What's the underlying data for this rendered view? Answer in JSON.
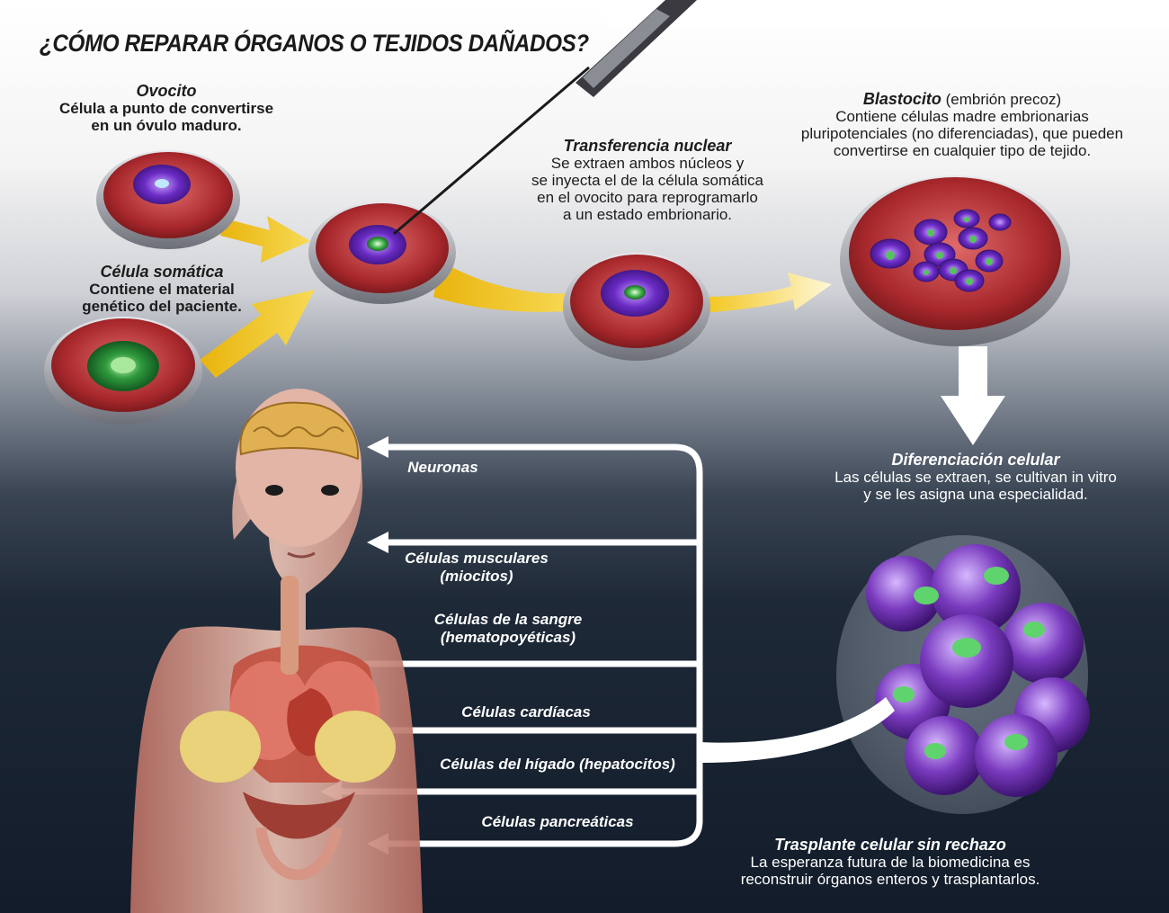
{
  "title": "¿CÓMO REPARAR ÓRGANOS O TEJIDOS DAÑADOS?",
  "ovocito": {
    "title": "Ovocito",
    "line1": "Célula a punto de convertirse",
    "line2": "en un óvulo maduro."
  },
  "somatica": {
    "title": "Célula somática",
    "line1": "Contiene el material",
    "line2": "genético del paciente."
  },
  "transferencia": {
    "title": "Transferencia nuclear",
    "line1": "Se extraen ambos núcleos y",
    "line2": "se inyecta el de la célula somática",
    "line3": "en el ovocito para reprogramarlo",
    "line4": "a un estado embrionario."
  },
  "blastocito": {
    "title": "Blastocito",
    "title_note": "(embrión precoz)",
    "line1": "Contiene células madre embrionarias",
    "line2": "pluripotenciales (no diferenciadas), que pueden",
    "line3": "convertirse en cualquier tipo de tejido."
  },
  "diferenciacion": {
    "title": "Diferenciación celular",
    "line1": "Las células se extraen, se cultivan in vitro",
    "line2": "y se les asigna una especialidad."
  },
  "trasplante": {
    "title": "Trasplante celular sin rechazo",
    "line1": "La esperanza futura de la biomedicina es",
    "line2": "reconstruir órganos enteros y trasplantarlos."
  },
  "outputs": {
    "neuronas": "Neuronas",
    "musculares_1": "Células musculares",
    "musculares_2": "(miocitos)",
    "sangre_1": "Células de la sangre",
    "sangre_2": "(hematopoyéticas)",
    "cardiacas": "Células cardíacas",
    "higado": "Células del hígado (hepatocitos)",
    "pancreaticas": "Células pancreáticas"
  },
  "colors": {
    "arrow_yellow": "#f2c418",
    "dish_fill": "#b8383c",
    "cell_purple": "#6a2bc4",
    "nucleus_green": "#3fae4a",
    "cluster_purple": "#7a3bbf"
  }
}
